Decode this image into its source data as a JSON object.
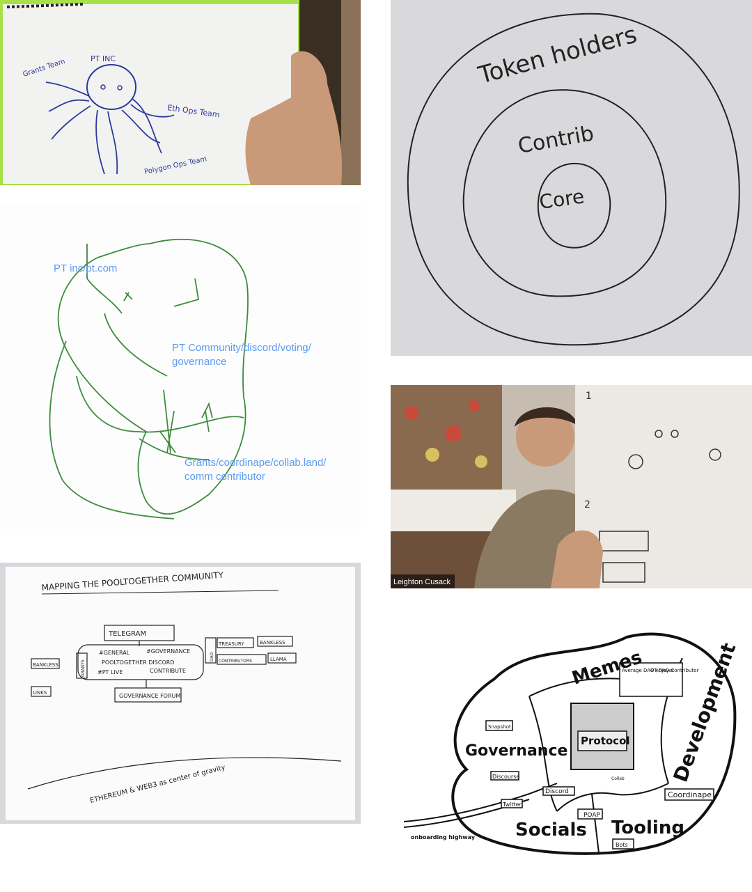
{
  "panels": {
    "octopus": {
      "head_label": "PT INC",
      "tentacle_labels": [
        "Grants Team",
        "Eth Ops Team",
        "Polygon Ops Team"
      ],
      "frame_color": "#a8e04a"
    },
    "circles": {
      "outer": "Token holders",
      "middle": "Contrib",
      "inner": "Core"
    },
    "blob": {
      "labels": [
        "PT inc/pt.com",
        "PT Community/discord/voting/",
        "governance",
        "Grants/coordinape/collab.land/",
        "comm contributor"
      ],
      "ink_color": "#3d8c3d",
      "label_color": "#5b9bf0"
    },
    "video": {
      "participant_name": "Leighton Cusack",
      "sheet_numbers": [
        "1",
        "2"
      ]
    },
    "mapping": {
      "title": "MAPPING THE POOLTOGETHER COMMUNITY",
      "telegram": "TELEGRAM",
      "channels": [
        "#GENERAL",
        "#GOVERNANCE",
        "POOLTOGETHER DISCORD",
        "#PT LIVE",
        "CONTRIBUTE"
      ],
      "forum": "GOVERNANCE FORUM",
      "left_nodes": [
        "BANKLESS",
        "LINKS"
      ],
      "connector_left": "GRANTS",
      "connector_right": "DAO",
      "right_nodes": [
        "TREASURY",
        "BANKLESS",
        "CONTRIBUTORS",
        "LLAMA"
      ],
      "footer": "ETHEREUM & WEB3 as center of gravity"
    },
    "map": {
      "regions": [
        "Memes",
        "Governance",
        "Protocol",
        "Development",
        "Socials",
        "Tooling"
      ],
      "places": [
        "Snapshot",
        "Discourse",
        "Discord",
        "Twitter",
        "POAP",
        "Coordinape",
        "Bots",
        "Collab"
      ],
      "characters": [
        "Average DAO enjoyer",
        "PT DAO Contributor"
      ],
      "road": "onboarding highway"
    }
  }
}
